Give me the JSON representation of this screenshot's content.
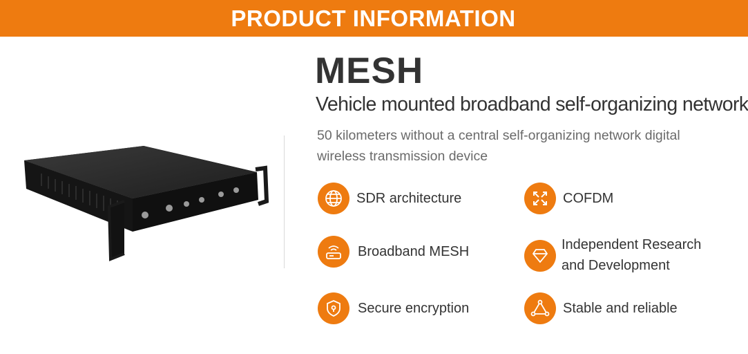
{
  "banner": {
    "title": "PRODUCT INFORMATION"
  },
  "product": {
    "name": "MESH",
    "subtitle": "Vehicle mounted broadband self-organizing network",
    "description": "50 kilometers without a central self-organizing network digital wireless transmission device",
    "image_icon": "rack-mount-device-image"
  },
  "features": [
    {
      "label": "SDR architecture",
      "icon": "globe-icon"
    },
    {
      "label": "COFDM",
      "icon": "arrows-cross-icon"
    },
    {
      "label": "Broadband MESH",
      "icon": "wifi-router-icon"
    },
    {
      "label": "Independent Research and Development",
      "icon": "diamond-icon"
    },
    {
      "label": "Secure encryption",
      "icon": "shield-lock-icon"
    },
    {
      "label": "Stable and reliable",
      "icon": "triangle-nodes-icon"
    }
  ],
  "colors": {
    "accent": "#ee7b10",
    "text": "#333333",
    "muted": "#6a6a6a"
  }
}
